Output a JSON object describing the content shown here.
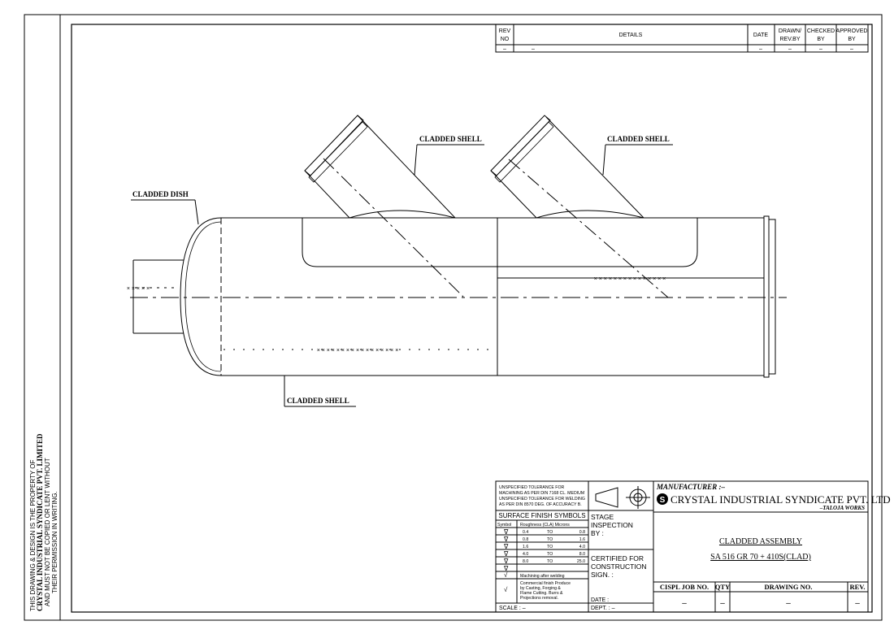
{
  "revision_block": {
    "headers": [
      "REV",
      "NO",
      "DETAILS",
      "DATE",
      "DRAWN/",
      "REV.BY",
      "CHECKED",
      "BY",
      "APPROVED",
      "BY"
    ],
    "row": [
      "–",
      "–",
      "–",
      "–",
      "–",
      "–"
    ]
  },
  "labels": {
    "cladded_shell_left": "CLADDED SHELL",
    "cladded_shell_right": "CLADDED SHELL",
    "cladded_dish": "CLADDED DISH",
    "cladded_shell_bottom": "CLADDED SHELL"
  },
  "side_note": {
    "line1": "THIS DRAWING & DESIGN IS THE PROPERTY OF",
    "line2": "CRYSTAL INDUSTRIAL SYNDICATE PVT. LIMITED",
    "line3": "AND MUST NOT BE COPIED OR LENT WITHOUT",
    "line4": "THEIR PERMISSION IN WRITING."
  },
  "title_block": {
    "tolerance": [
      "UNSPECIFIED TOLERANCE FOR",
      "MACHINING AS PER DIN 7168 CL. MEDIUM",
      "UNSPECIFIED TOLERANCE FOR WELDING",
      "AS PER DIN 8570 DEG. OF ACCURACY B."
    ],
    "surface_finish_title": "SURFACE FINISH SYMBOLS",
    "sf_headers": [
      "Symbol",
      "Roughness (CLA) Microns"
    ],
    "sf_rows": [
      [
        "0.4",
        "TO",
        "0.8"
      ],
      [
        "0.8",
        "TO",
        "1.6"
      ],
      [
        "1.6",
        "TO",
        "4.0"
      ],
      [
        "4.0",
        "TO",
        "8.0"
      ],
      [
        "8.0",
        "TO",
        "25.0"
      ]
    ],
    "sf_machining": "Machining after welding",
    "sf_commercial": [
      "Commercial finish Produce",
      "by Casting, Forging &",
      "Flame Cutting. Burrs &",
      "Projections removal."
    ],
    "scale": "SCALE : –",
    "stage_inspection": [
      "STAGE",
      "INSPECTION",
      "BY :"
    ],
    "certified": [
      "CERTIFIED FOR",
      "CONSTRUCTION",
      "SIGN. :"
    ],
    "date": "DATE :",
    "dept": "DEPT. : –",
    "manufacturer_label": "MANUFACTURER :–",
    "company": "CRYSTAL INDUSTRIAL SYNDICATE PVT. LTD",
    "works": "–TALOJA WORKS",
    "drawing_title": "CLADDED ASSEMBLY",
    "material": "SA 516 GR 70 + 410S(CLAD)",
    "job_headers": [
      "CISPL JOB NO.",
      "QTY",
      "DRAWING NO.",
      "REV."
    ],
    "job_values": [
      "–",
      "–",
      "–",
      "–"
    ]
  }
}
